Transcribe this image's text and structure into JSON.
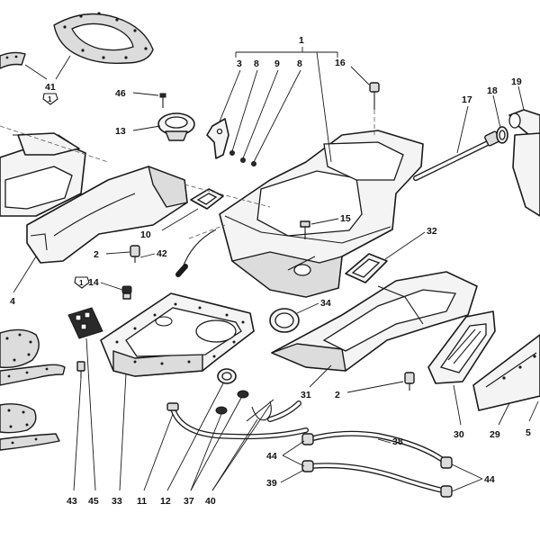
{
  "labels": {
    "l1": "1",
    "l2a": "2",
    "l2b": "2",
    "l3": "3",
    "l4": "4",
    "l5": "5",
    "l8a": "8",
    "l8b": "8",
    "l9": "9",
    "l10": "10",
    "l11": "11",
    "l12": "12",
    "l13": "13",
    "l14": "14",
    "l15": "15",
    "l16": "16",
    "l17": "17",
    "l18": "18",
    "l19": "19",
    "l29": "29",
    "l30": "30",
    "l31": "31",
    "l32": "32",
    "l33": "33",
    "l34": "34",
    "l37": "37",
    "l38": "38",
    "l39": "39",
    "l40": "40",
    "l41": "41",
    "l42": "42",
    "l43": "43",
    "l44a": "44",
    "l44b": "44",
    "l45": "45",
    "l46": "46"
  },
  "badges": {
    "b41": "1",
    "b14": "1"
  }
}
